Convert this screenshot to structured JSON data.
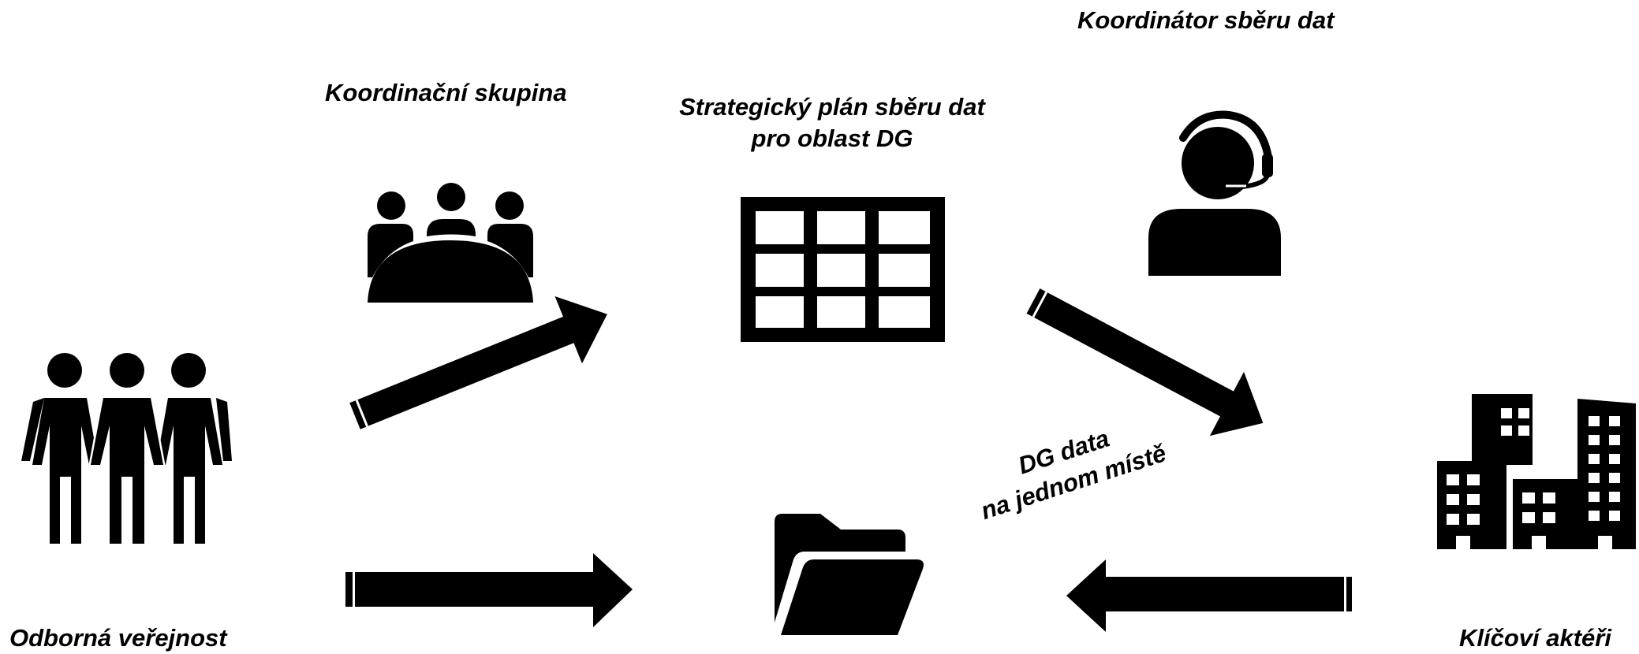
{
  "labels": {
    "coordination_group": "Koordinační skupina",
    "strategic_plan_line1": "Strategický plán sběru dat",
    "strategic_plan_line2": "pro oblast DG",
    "data_coordinator": "Koordinátor sběru dat",
    "dg_data_line1": "DG data",
    "dg_data_line2": "na jednom místě",
    "expert_public": "Odborná veřejnost",
    "key_actors": "Klíčoví aktéři"
  },
  "icons": {
    "coordination_group": "meeting-group-icon",
    "strategic_plan": "table-grid-icon",
    "data_coordinator": "headset-operator-icon",
    "expert_public": "people-group-icon",
    "dg_data": "open-folder-icon",
    "key_actors": "buildings-icon"
  },
  "colors": {
    "foreground": "#000000",
    "background": "#ffffff"
  }
}
